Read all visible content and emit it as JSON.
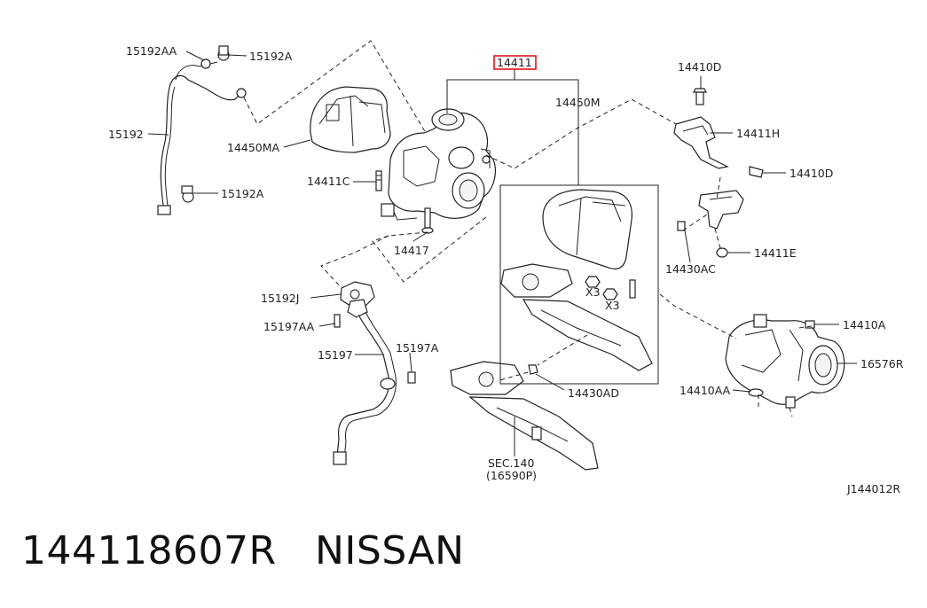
{
  "diagram": {
    "code": "J144012R",
    "highlight_color": "#e0151c",
    "labels": {
      "l14411": "14411",
      "l15192AA": "15192AA",
      "l15192A_top": "15192A",
      "l15192": "15192",
      "l15192A_mid": "15192A",
      "l14450MA": "14450MA",
      "l14411C": "14411C",
      "l14417": "14417",
      "l14450M": "14450M",
      "l14410D_top": "14410D",
      "l14411H": "14411H",
      "l14410D_mid": "14410D",
      "l14411E": "14411E",
      "l14430AC": "14430AC",
      "lX3a": "X3",
      "lX3b": "X3",
      "l15192J": "15192J",
      "l15197AA": "15197AA",
      "l15197": "15197",
      "l15197A": "15197A",
      "l14430AD": "14430AD",
      "lSEC1": "SEC.140",
      "lSEC2": "(16590P)",
      "l14410A": "14410A",
      "l16576R": "16576R",
      "l14410AA": "14410AA"
    }
  },
  "footer": {
    "part_number": "144118607R",
    "brand": "NISSAN"
  }
}
